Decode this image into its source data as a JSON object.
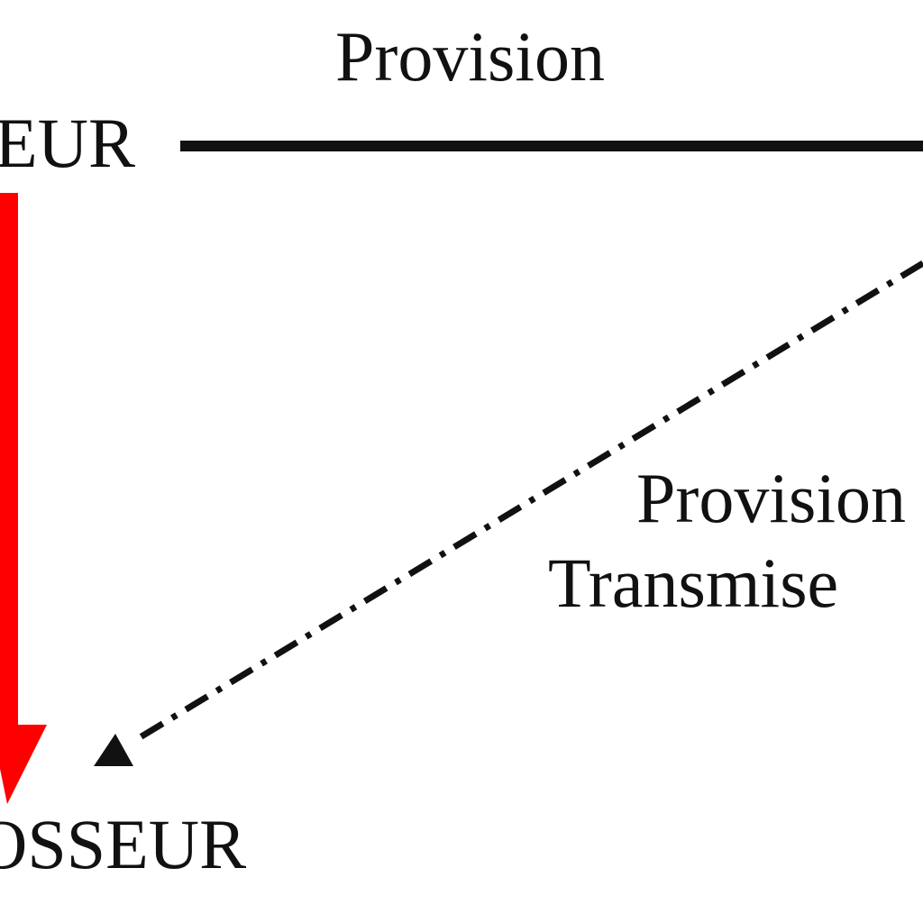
{
  "labels": {
    "top_provision": "Provision",
    "left_top_entity": "EUR",
    "bottom_entity": "OSSEUR",
    "middle_provision": "Provision",
    "middle_transmise": "Transmise"
  },
  "colors": {
    "background": "#ffffff",
    "text": "#111111",
    "line": "#111111",
    "arrow": "#ff0000",
    "dotted_arrow": "#111111"
  }
}
